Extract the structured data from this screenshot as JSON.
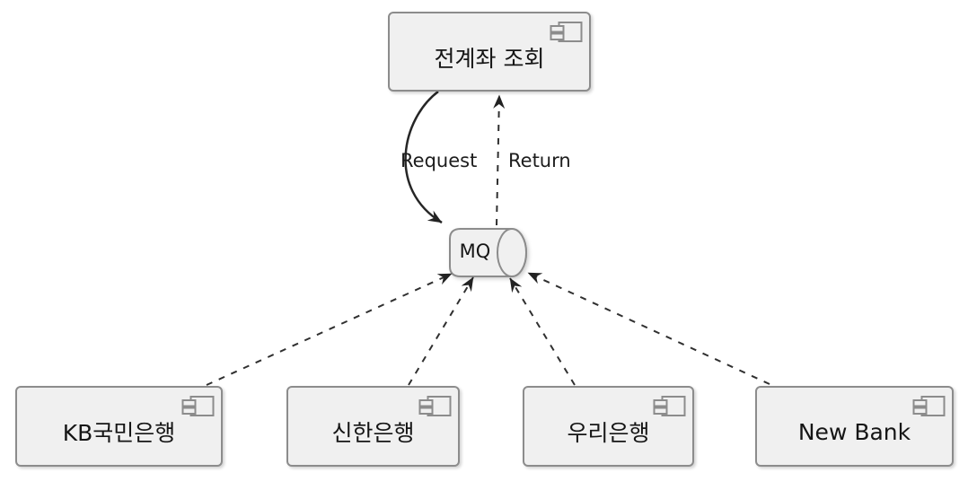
{
  "nodes": {
    "inquiry": {
      "label": "전계좌 조회",
      "type": "component"
    },
    "mq": {
      "label": "MQ",
      "type": "queue"
    },
    "kb": {
      "label": "KB국민은행",
      "type": "component"
    },
    "shinhan": {
      "label": "신한은행",
      "type": "component"
    },
    "woori": {
      "label": "우리은행",
      "type": "component"
    },
    "newbank": {
      "label": "New Bank",
      "type": "component"
    }
  },
  "edges": {
    "request": {
      "label": "Request",
      "from": "inquiry",
      "to": "mq",
      "style": "solid"
    },
    "return": {
      "label": "Return",
      "from": "mq",
      "to": "inquiry",
      "style": "dashed"
    },
    "kb_to_mq": {
      "label": "",
      "from": "kb",
      "to": "mq",
      "style": "dashed"
    },
    "shinhan_to_mq": {
      "label": "",
      "from": "shinhan",
      "to": "mq",
      "style": "dashed"
    },
    "woori_to_mq": {
      "label": "",
      "from": "woori",
      "to": "mq",
      "style": "dashed"
    },
    "newbank_to_mq": {
      "label": "",
      "from": "newbank",
      "to": "mq",
      "style": "dashed"
    }
  },
  "colors": {
    "background": "#ffffff",
    "node_fill": "#f0f0f0",
    "node_border": "#8c8c8c",
    "line": "#303030",
    "arrowhead": "#222222",
    "text": "#151515"
  }
}
